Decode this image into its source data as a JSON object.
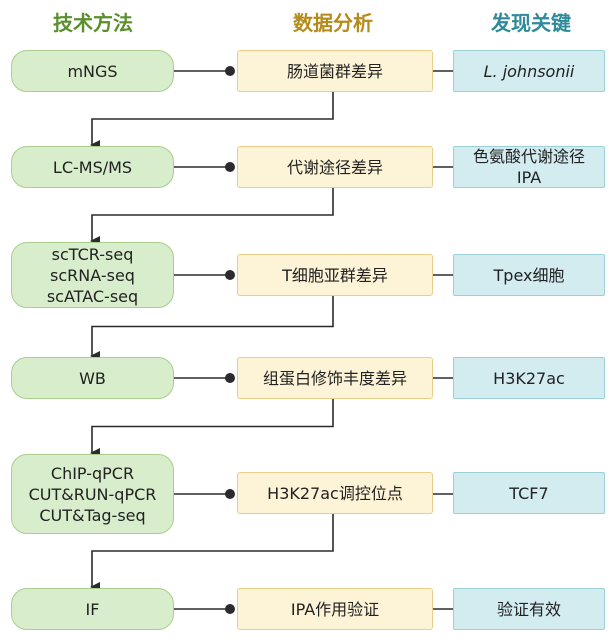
{
  "headers": {
    "technique": "技术方法",
    "analysis": "数据分析",
    "finding": "发现关键"
  },
  "rows": [
    {
      "technique": "mNGS",
      "analysis": "肠道菌群差异",
      "finding": "L. johnsonii"
    },
    {
      "technique": "LC-MS/MS",
      "analysis": "代谢途径差异",
      "finding": "色氨酸代谢途径\nIPA"
    },
    {
      "technique": "scTCR-seq\nscRNA-seq\nscATAC-seq",
      "analysis": "T细胞亚群差异",
      "finding": "Tpex细胞"
    },
    {
      "technique": "WB",
      "analysis": "组蛋白修饰丰度差异",
      "finding": "H3K27ac"
    },
    {
      "technique": "ChIP-qPCR\nCUT&RUN-qPCR\nCUT&Tag-seq",
      "analysis": "H3K27ac调控位点",
      "finding": "TCF7"
    },
    {
      "technique": "IF",
      "analysis": "IPA作用验证",
      "finding": "验证有效"
    }
  ]
}
